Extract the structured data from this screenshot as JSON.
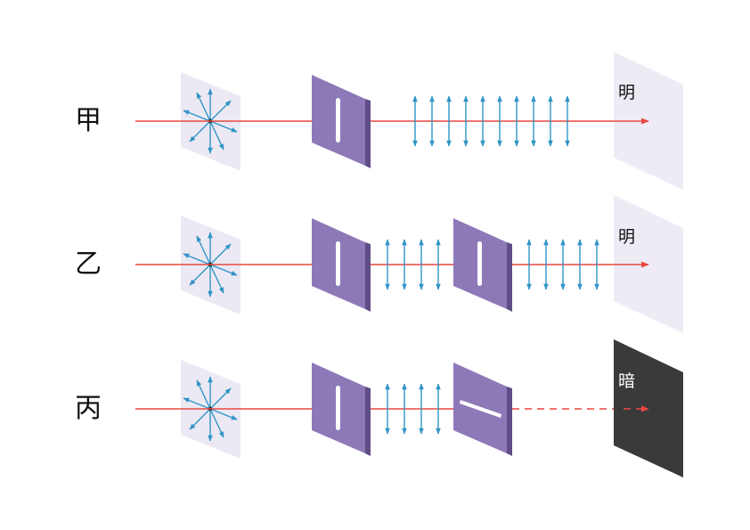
{
  "colors": {
    "light_ray": "#e8473f",
    "polarization_arrows": "#2f94c6",
    "polarizer_face": "#8e79b8",
    "polarizer_edge": "#5f4d86",
    "source_plate": "#ece9f4",
    "screen_bright": "#eeebf5",
    "screen_dark": "#3a3a3a"
  },
  "rows": [
    {
      "label": "甲",
      "screen_text": "明",
      "screen_state": "bright",
      "analyzer": "none",
      "beam_after_analyzer": "solid"
    },
    {
      "label": "乙",
      "screen_text": "明",
      "screen_state": "bright",
      "analyzer": "vertical-slit",
      "beam_after_analyzer": "solid"
    },
    {
      "label": "丙",
      "screen_text": "暗",
      "screen_state": "dark",
      "analyzer": "horizontal-slit",
      "beam_after_analyzer": "dashed"
    }
  ]
}
